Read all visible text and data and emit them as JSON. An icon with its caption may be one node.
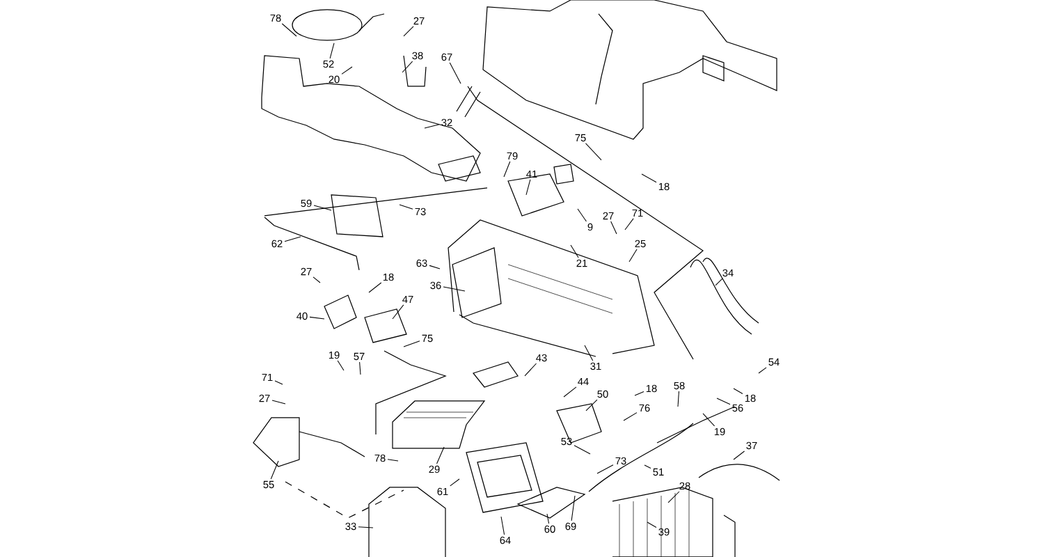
{
  "diagram": {
    "nodes": [
      {
        "text": [
          "78"
        ]
      },
      {
        "text": [
          "52"
        ]
      },
      {
        "text": [
          "20"
        ]
      },
      {
        "text": [
          "27"
        ]
      },
      {
        "text": [
          "38"
        ]
      },
      {
        "text": [
          "67"
        ]
      },
      {
        "text": [
          "32"
        ]
      },
      {
        "text": [
          "75"
        ]
      },
      {
        "text": [
          "79"
        ]
      },
      {
        "text": [
          "41"
        ]
      },
      {
        "text": [
          "18"
        ]
      },
      {
        "text": [
          "59"
        ]
      },
      {
        "text": [
          "73"
        ]
      },
      {
        "text": [
          "62"
        ]
      },
      {
        "text": [
          "9"
        ]
      },
      {
        "text": [
          "27"
        ]
      },
      {
        "text": [
          "71"
        ]
      },
      {
        "text": [
          "21"
        ]
      },
      {
        "text": [
          "25"
        ]
      },
      {
        "text": [
          "63"
        ]
      },
      {
        "text": [
          "27"
        ]
      },
      {
        "text": [
          "18"
        ]
      },
      {
        "text": [
          "36"
        ]
      },
      {
        "text": [
          "34"
        ]
      },
      {
        "text": [
          "47"
        ]
      },
      {
        "text": [
          "40"
        ]
      },
      {
        "text": [
          "75"
        ]
      },
      {
        "text": [
          "19"
        ]
      },
      {
        "text": [
          "57"
        ]
      },
      {
        "text": [
          "43"
        ]
      },
      {
        "text": [
          "31"
        ]
      },
      {
        "text": [
          "54"
        ]
      },
      {
        "text": [
          "71"
        ]
      },
      {
        "text": [
          "44"
        ]
      },
      {
        "text": [
          "18"
        ]
      },
      {
        "text": [
          "50"
        ]
      },
      {
        "text": [
          "58"
        ]
      },
      {
        "text": [
          "18"
        ]
      },
      {
        "text": [
          "27"
        ]
      },
      {
        "text": [
          "56"
        ]
      },
      {
        "text": [
          "76"
        ]
      },
      {
        "text": [
          "19"
        ]
      },
      {
        "text": [
          "53"
        ]
      },
      {
        "text": [
          "73"
        ]
      },
      {
        "text": [
          "51"
        ]
      },
      {
        "text": [
          "37"
        ]
      },
      {
        "text": [
          "78"
        ]
      },
      {
        "text": [
          "29"
        ]
      },
      {
        "text": [
          "55"
        ]
      },
      {
        "text": [
          "61"
        ]
      },
      {
        "text": [
          "28"
        ]
      },
      {
        "text": [
          "69"
        ]
      },
      {
        "text": [
          "33"
        ]
      },
      {
        "text": [
          "60"
        ]
      },
      {
        "text": [
          "39"
        ]
      },
      {
        "text": [
          "64"
        ]
      }
    ],
    "edges": [
      {
        "from": 0,
        "to": null,
        "arrow": "none"
      },
      {
        "from": 1,
        "to": null,
        "arrow": "none"
      },
      {
        "from": 2,
        "to": null,
        "arrow": "none"
      },
      {
        "from": 3,
        "to": null,
        "arrow": "none"
      },
      {
        "from": 4,
        "to": null,
        "arrow": "none"
      },
      {
        "from": 5,
        "to": null,
        "arrow": "none"
      },
      {
        "from": 6,
        "to": null,
        "arrow": "none"
      },
      {
        "from": 7,
        "to": null,
        "arrow": "none"
      },
      {
        "from": 8,
        "to": null,
        "arrow": "none"
      },
      {
        "from": 9,
        "to": null,
        "arrow": "none"
      },
      {
        "from": 10,
        "to": null,
        "arrow": "none"
      },
      {
        "from": 11,
        "to": null,
        "arrow": "none"
      },
      {
        "from": 12,
        "to": null,
        "arrow": "none"
      },
      {
        "from": 13,
        "to": null,
        "arrow": "none"
      },
      {
        "from": 14,
        "to": null,
        "arrow": "none"
      },
      {
        "from": 15,
        "to": null,
        "arrow": "none"
      },
      {
        "from": 16,
        "to": null,
        "arrow": "none"
      },
      {
        "from": 17,
        "to": null,
        "arrow": "none"
      },
      {
        "from": 18,
        "to": null,
        "arrow": "none"
      },
      {
        "from": 19,
        "to": null,
        "arrow": "none"
      },
      {
        "from": 20,
        "to": null,
        "arrow": "none"
      },
      {
        "from": 21,
        "to": null,
        "arrow": "none"
      },
      {
        "from": 22,
        "to": null,
        "arrow": "none"
      },
      {
        "from": 23,
        "to": null,
        "arrow": "none"
      },
      {
        "from": 24,
        "to": null,
        "arrow": "none"
      },
      {
        "from": 25,
        "to": null,
        "arrow": "none"
      },
      {
        "from": 26,
        "to": null,
        "arrow": "none"
      },
      {
        "from": 27,
        "to": null,
        "arrow": "none"
      },
      {
        "from": 28,
        "to": null,
        "arrow": "none"
      },
      {
        "from": 29,
        "to": null,
        "arrow": "none"
      },
      {
        "from": 30,
        "to": null,
        "arrow": "none"
      },
      {
        "from": 31,
        "to": null,
        "arrow": "none"
      },
      {
        "from": 32,
        "to": null,
        "arrow": "none"
      },
      {
        "from": 33,
        "to": null,
        "arrow": "none"
      },
      {
        "from": 34,
        "to": null,
        "arrow": "none"
      },
      {
        "from": 35,
        "to": null,
        "arrow": "none"
      },
      {
        "from": 36,
        "to": null,
        "arrow": "none"
      },
      {
        "from": 37,
        "to": null,
        "arrow": "none"
      },
      {
        "from": 38,
        "to": null,
        "arrow": "none"
      },
      {
        "from": 39,
        "to": null,
        "arrow": "none"
      },
      {
        "from": 40,
        "to": null,
        "arrow": "none"
      },
      {
        "from": 41,
        "to": null,
        "arrow": "none"
      },
      {
        "from": 42,
        "to": null,
        "arrow": "none"
      },
      {
        "from": 43,
        "to": null,
        "arrow": "none"
      },
      {
        "from": 44,
        "to": null,
        "arrow": "none"
      },
      {
        "from": 45,
        "to": null,
        "arrow": "none"
      },
      {
        "from": 46,
        "to": null,
        "arrow": "none"
      },
      {
        "from": 47,
        "to": null,
        "arrow": "none"
      },
      {
        "from": 48,
        "to": null,
        "arrow": "none"
      },
      {
        "from": 49,
        "to": null,
        "arrow": "none"
      },
      {
        "from": 50,
        "to": null,
        "arrow": "none"
      },
      {
        "from": 51,
        "to": null,
        "arrow": "none"
      },
      {
        "from": 52,
        "to": null,
        "arrow": "none"
      },
      {
        "from": 53,
        "to": null,
        "arrow": "none"
      },
      {
        "from": 54,
        "to": null,
        "arrow": "none"
      },
      {
        "from": 55,
        "to": null,
        "arrow": "none"
      }
    ]
  }
}
